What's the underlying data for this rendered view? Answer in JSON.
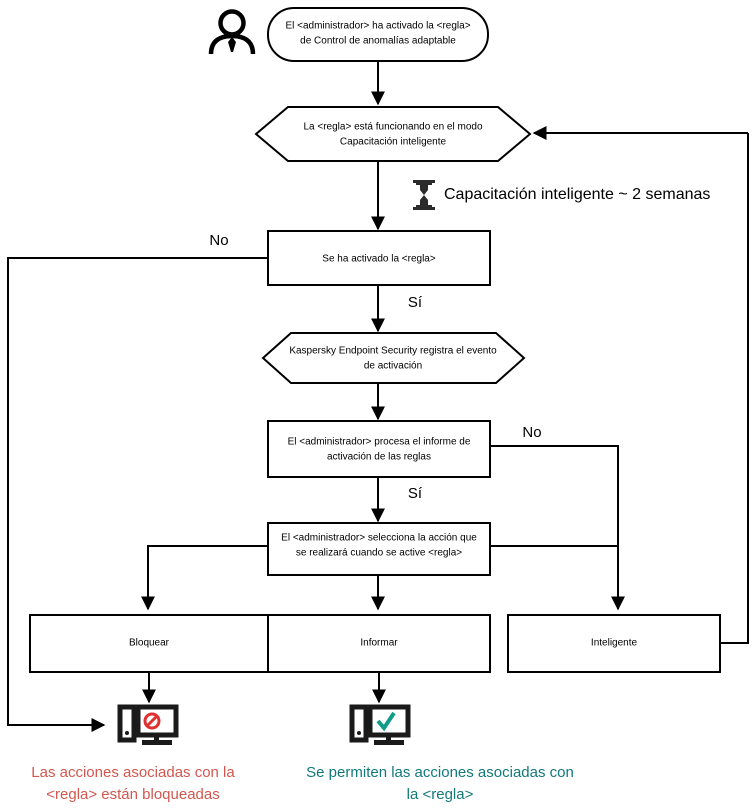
{
  "diagram": {
    "title": "Adaptive Anomaly Control rule flow",
    "colors": {
      "stroke": "#000000",
      "background": "#ffffff",
      "blocked_text": "#d2574f",
      "allowed_text": "#11797a",
      "deny_mark": "#e03030",
      "allow_mark": "#119b8a"
    },
    "actor": {
      "icon": "person-icon",
      "label": ""
    },
    "nodes": {
      "start": {
        "shape": "rounded",
        "line1": "El <administrador> ha activado la <regla>",
        "line2": "de Control de anomalías adaptable"
      },
      "training_mode": {
        "shape": "hexagon",
        "line1": "La <regla> está funcionando en el modo",
        "line2": "Capacitación inteligente"
      },
      "rule_triggered": {
        "shape": "rect",
        "line1": "Se ha activado la <regla>",
        "line2": ""
      },
      "event_logged": {
        "shape": "hexagon",
        "line1": "Kaspersky Endpoint Security registra el evento",
        "line2": "de activación"
      },
      "admin_report": {
        "shape": "rect",
        "line1": "El <administrador> procesa el informe de",
        "line2": "activación de las reglas"
      },
      "admin_selects": {
        "shape": "rect",
        "line1": "El <administrador> selecciona la acción que",
        "line2": "se realizará cuando se active <regla>"
      },
      "action_block": {
        "shape": "rect",
        "line1": "Bloquear",
        "line2": ""
      },
      "action_inform": {
        "shape": "rect",
        "line1": "Informar",
        "line2": ""
      },
      "action_smart": {
        "shape": "rect",
        "line1": "Inteligente",
        "line2": ""
      }
    },
    "annotations": {
      "training_duration": {
        "icon": "hourglass-icon",
        "text": "Capacitación inteligente ~ 2 semanas"
      }
    },
    "edge_labels": {
      "triggered_no": "No",
      "triggered_yes": "Sí",
      "report_no": "No",
      "report_yes": "Sí"
    },
    "outcomes": {
      "blocked": {
        "icon": "computer-blocked-icon",
        "line1": "Las acciones asociadas con la",
        "line2": "<regla> están bloqueadas"
      },
      "allowed": {
        "icon": "computer-allowed-icon",
        "line1": "Se permiten las acciones asociadas con",
        "line2": "la <regla>"
      }
    }
  }
}
